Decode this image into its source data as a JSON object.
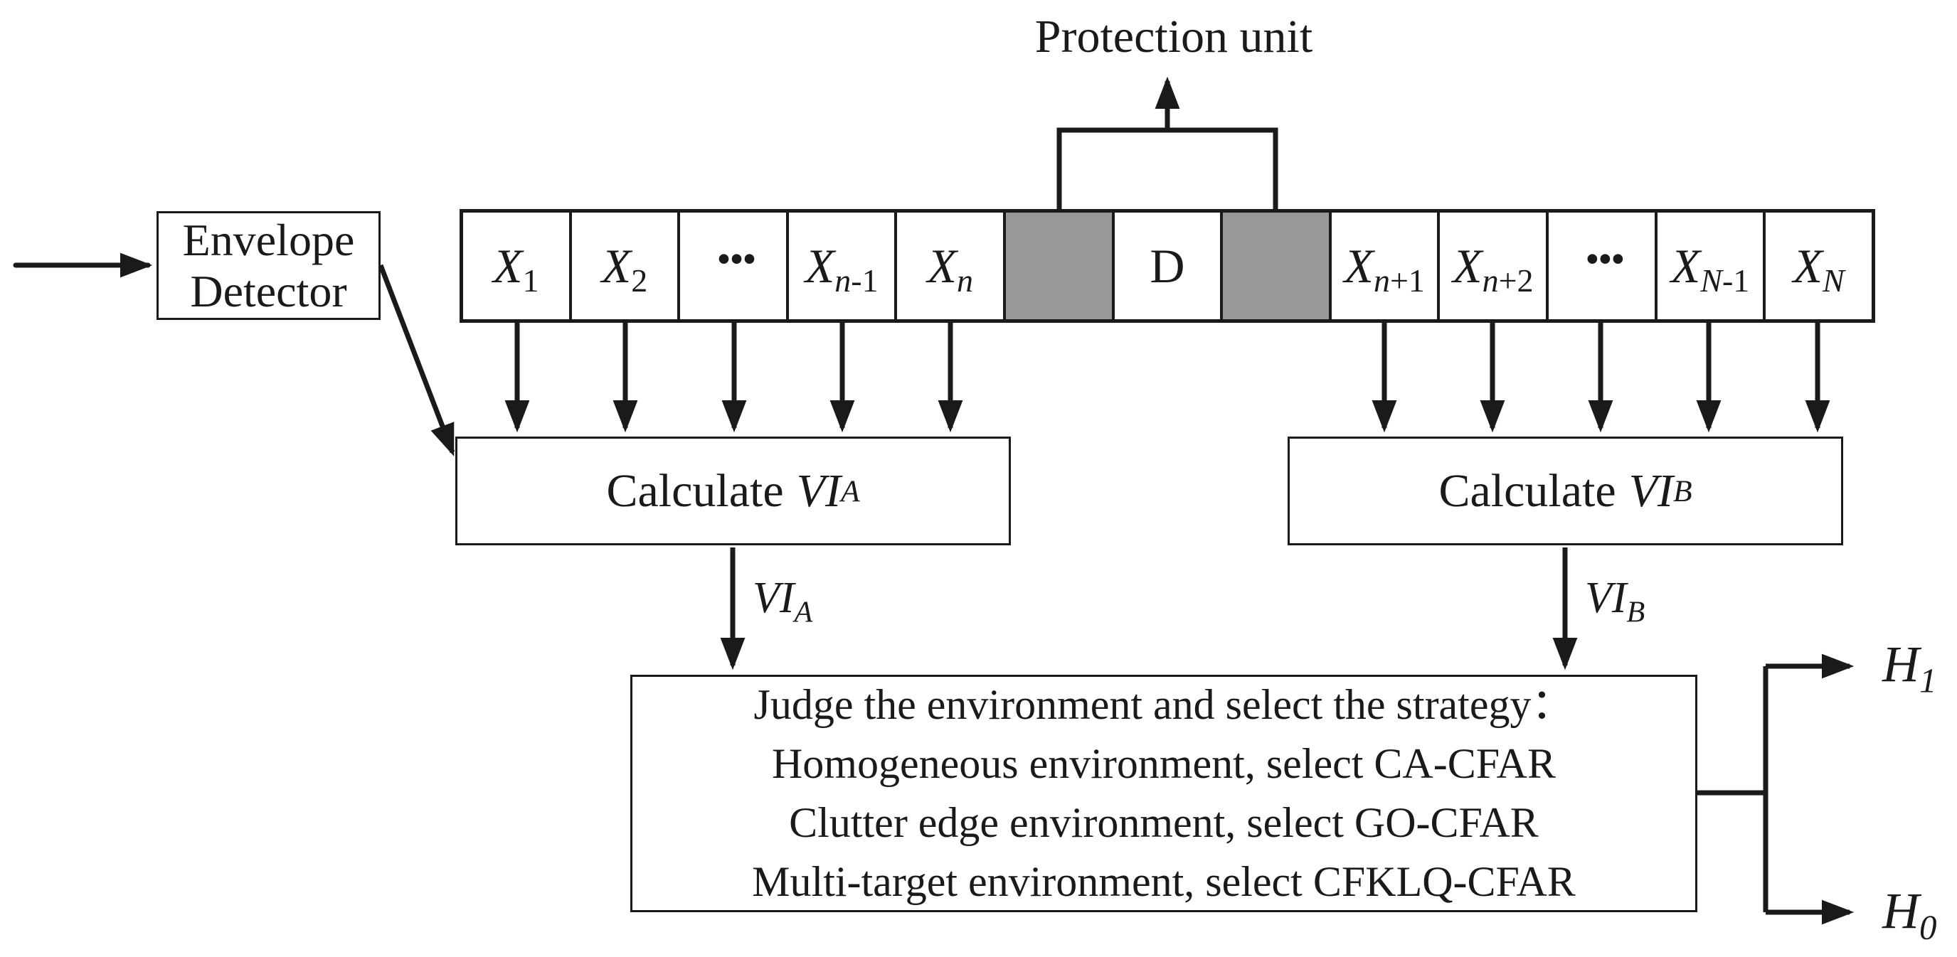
{
  "protection_label": "Protection unit",
  "envelope": {
    "line1": "Envelope",
    "line2": "Detector"
  },
  "cells": [
    {
      "type": "ref",
      "main": "X",
      "sub": "1"
    },
    {
      "type": "ref",
      "main": "X",
      "sub": "2"
    },
    {
      "type": "dots",
      "main": "···"
    },
    {
      "type": "ref",
      "main": "X",
      "sub": "n-1"
    },
    {
      "type": "ref",
      "main": "X",
      "sub": "n"
    },
    {
      "type": "guard"
    },
    {
      "type": "cut",
      "main": "D"
    },
    {
      "type": "guard"
    },
    {
      "type": "ref",
      "main": "X",
      "sub": "n+1"
    },
    {
      "type": "ref",
      "main": "X",
      "sub": "n+2"
    },
    {
      "type": "dots",
      "main": "···"
    },
    {
      "type": "ref",
      "main": "X",
      "sub": "N-1"
    },
    {
      "type": "ref",
      "main": "X",
      "sub": "N"
    }
  ],
  "vi_a": {
    "prefix": "Calculate",
    "symbol": "VI",
    "sub": "A"
  },
  "vi_b": {
    "prefix": "Calculate",
    "symbol": "VI",
    "sub": "B"
  },
  "label_vi_a": {
    "symbol": "VI",
    "sub": "A"
  },
  "label_vi_b": {
    "symbol": "VI",
    "sub": "B"
  },
  "judge": {
    "lines": [
      "Judge the environment and select the strategy：",
      "Homogeneous environment, select CA-CFAR",
      "Clutter edge environment, select GO-CFAR",
      "Multi-target environment, select CFKLQ-CFAR"
    ]
  },
  "outputs": {
    "h1": {
      "symbol": "H",
      "sub": "1"
    },
    "h0": {
      "symbol": "H",
      "sub": "0"
    }
  },
  "colors": {
    "ink": "#1a1a1a",
    "guard": "#97989a",
    "background": "#ffffff"
  }
}
